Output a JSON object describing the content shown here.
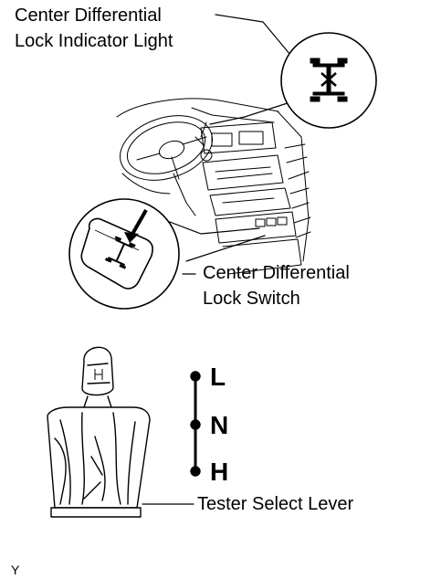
{
  "labels": {
    "center_diff_indicator_line1": "Center Differential",
    "center_diff_indicator_line2": "Lock Indicator Light",
    "center_diff_switch_line1": "Center Differential",
    "center_diff_switch_line2": "Lock Switch",
    "tester_select_lever": "Tester Select Lever",
    "figure_code": "Y"
  },
  "lever_positions": [
    "L",
    "N",
    "H"
  ],
  "icons": {
    "indicator": "center-differential-lock-icon",
    "switch": "center-differential-lock-switch-icon",
    "press_arrow": "press-arrow-icon"
  }
}
